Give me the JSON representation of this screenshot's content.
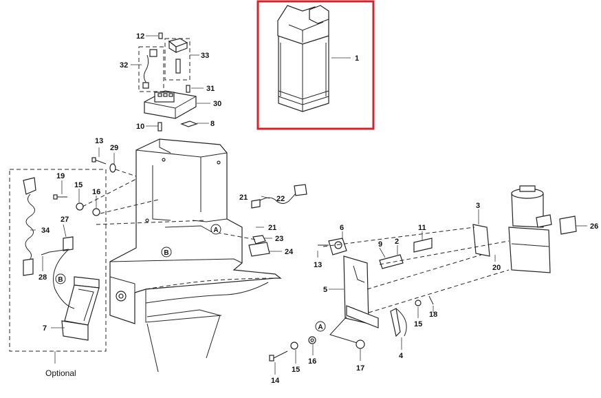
{
  "callouts": [
    {
      "id": "c1",
      "label": "1"
    },
    {
      "id": "c2",
      "label": "2"
    },
    {
      "id": "c3",
      "label": "3"
    },
    {
      "id": "c4",
      "label": "4"
    },
    {
      "id": "c5",
      "label": "5"
    },
    {
      "id": "c6",
      "label": "6"
    },
    {
      "id": "c7",
      "label": "7"
    },
    {
      "id": "c8",
      "label": "8"
    },
    {
      "id": "c9",
      "label": "9"
    },
    {
      "id": "c10",
      "label": "10"
    },
    {
      "id": "c11",
      "label": "11"
    },
    {
      "id": "c12",
      "label": "12"
    },
    {
      "id": "c13a",
      "label": "13"
    },
    {
      "id": "c13b",
      "label": "13"
    },
    {
      "id": "c14",
      "label": "14"
    },
    {
      "id": "c15a",
      "label": "15"
    },
    {
      "id": "c15b",
      "label": "15"
    },
    {
      "id": "c15c",
      "label": "15"
    },
    {
      "id": "c16a",
      "label": "16"
    },
    {
      "id": "c16b",
      "label": "16"
    },
    {
      "id": "c17",
      "label": "17"
    },
    {
      "id": "c18",
      "label": "18"
    },
    {
      "id": "c19",
      "label": "19"
    },
    {
      "id": "c20",
      "label": "20"
    },
    {
      "id": "c21a",
      "label": "21"
    },
    {
      "id": "c21b",
      "label": "21"
    },
    {
      "id": "c22",
      "label": "22"
    },
    {
      "id": "c23",
      "label": "23"
    },
    {
      "id": "c24",
      "label": "24"
    },
    {
      "id": "c26",
      "label": "26"
    },
    {
      "id": "c27",
      "label": "27"
    },
    {
      "id": "c28",
      "label": "28"
    },
    {
      "id": "c29",
      "label": "29"
    },
    {
      "id": "c30",
      "label": "30"
    },
    {
      "id": "c31",
      "label": "31"
    },
    {
      "id": "c32",
      "label": "32"
    },
    {
      "id": "c33",
      "label": "33"
    },
    {
      "id": "c34",
      "label": "34"
    }
  ],
  "connectors": {
    "a1": "A",
    "a2": "A",
    "b1": "B",
    "b2": "B"
  },
  "optional_label": "Optional",
  "highlight_color": "#d9202a"
}
